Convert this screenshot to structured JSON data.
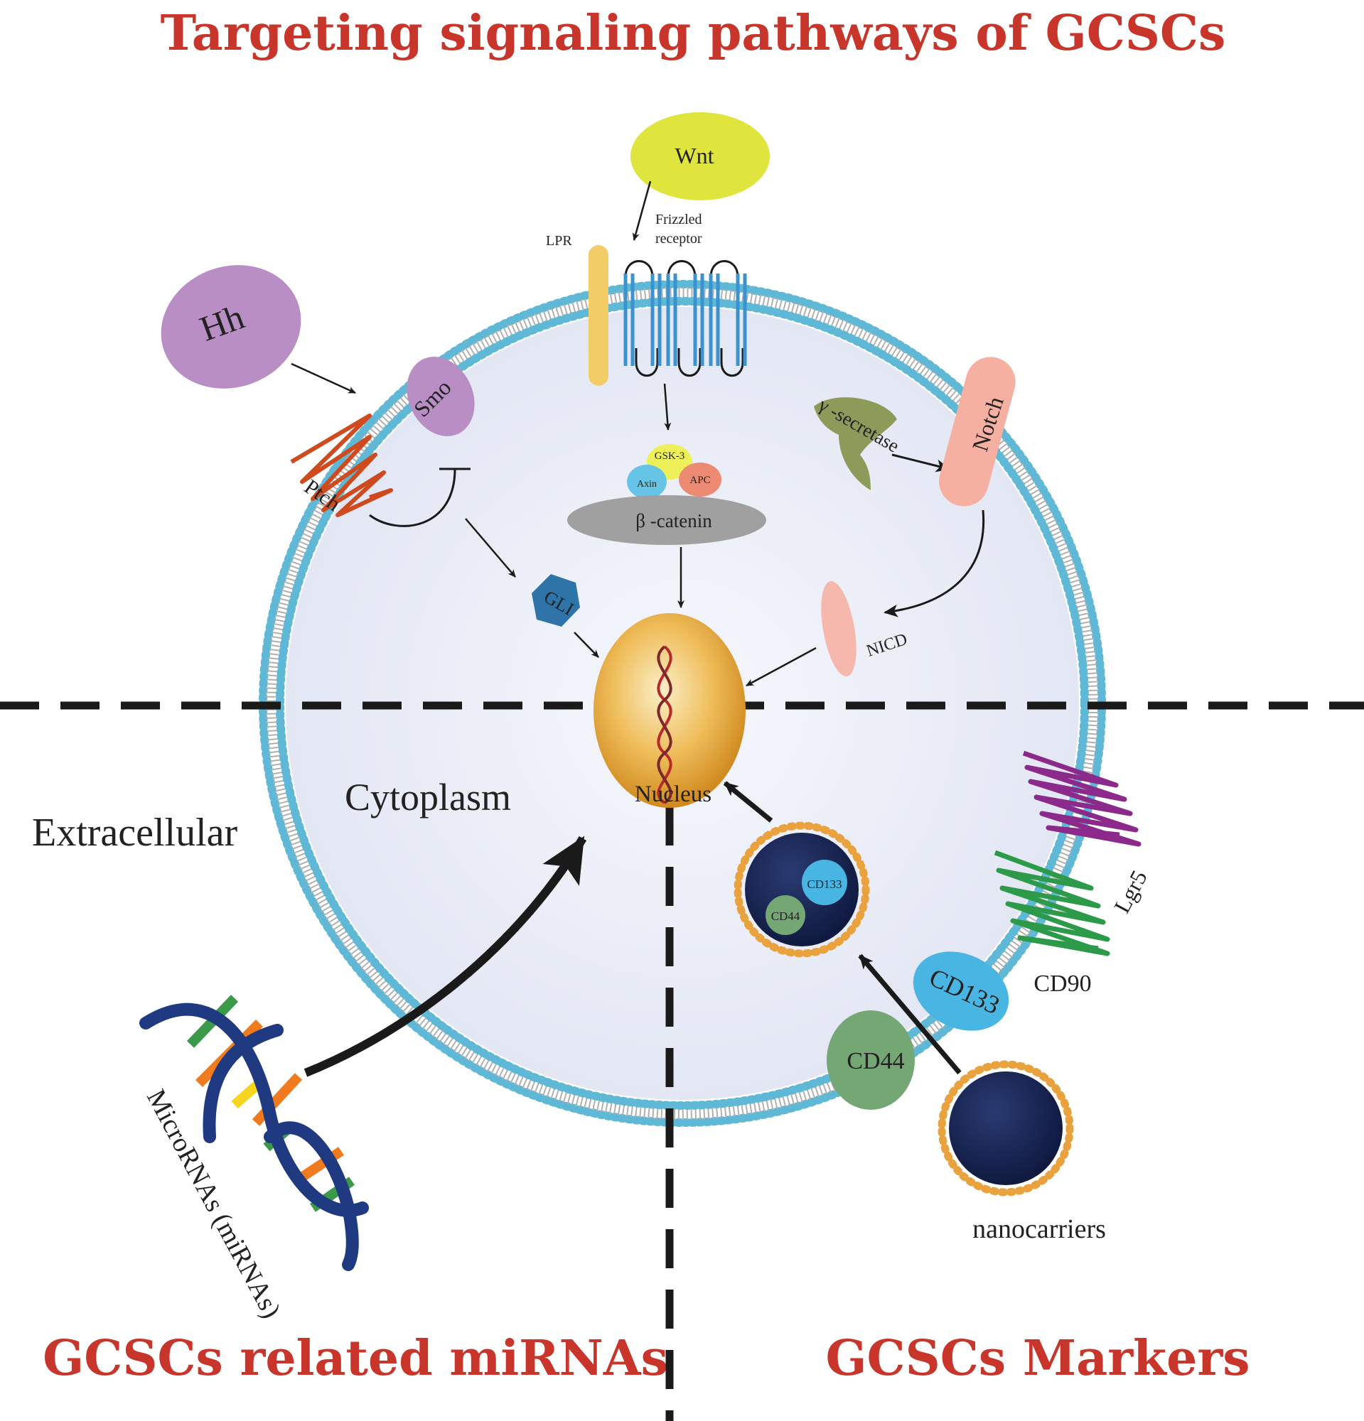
{
  "titles": {
    "top": "Targeting signaling pathways of GCSCs",
    "bottom_left": "GCSCs related miRNAs",
    "bottom_right": "GCSCs Markers"
  },
  "regions": {
    "extracellular": "Extracellular",
    "cytoplasm": "Cytoplasm",
    "nucleus": "Nucleus"
  },
  "hedgehog": {
    "ligand": "Hh",
    "smo": "Smo",
    "ptch": "Ptch",
    "gli": "GLI"
  },
  "wnt": {
    "ligand": "Wnt",
    "lpr": "LPR",
    "frizzled_line1": "Frizzled",
    "frizzled_line2": "receptor",
    "gsk3": "GSK-3",
    "axin": "Axin",
    "apc": "APC",
    "beta_catenin": "β -catenin"
  },
  "notch": {
    "secretase": "γ -secretase",
    "receptor": "Notch",
    "nicd": "NICD"
  },
  "markers": {
    "cd44": "CD44",
    "cd133": "CD133",
    "cd90": "CD90",
    "lgr5": "Lgr5",
    "carrier_cd133": "CD133",
    "carrier_cd44": "CD44",
    "nanocarriers": "nanocarriers"
  },
  "mirna": {
    "label": "MicroRNAs (miRNAs)"
  },
  "colors": {
    "title": "#c8352a",
    "hh": "#b98ec4",
    "smo": "#b98ec4",
    "ptch": "#d04a20",
    "wnt": "#dfe53c",
    "lpr": "#f2cc66",
    "frizzled": "#3a93cf",
    "gsk3": "#eef05a",
    "axin": "#66c5e6",
    "apc": "#ec8a74",
    "beta_catenin": "#a0a0a0",
    "secretase": "#8c9a5a",
    "notch": "#f6b0a2",
    "nicd": "#f6b8ac",
    "gli": "#2e74a8",
    "nucleus": "#e6a030",
    "membrane": "#5fb8d6",
    "cytoplasm": "#eef1fa",
    "cd44": "#75a775",
    "cd133": "#49b5e3",
    "cd90": "#2c9a48",
    "lgr5": "#8c2a8c",
    "nanocarrier": "#1a2550",
    "nanocarrier_beads": "#e9a23e",
    "dna_backbone": "#1f3a80"
  }
}
